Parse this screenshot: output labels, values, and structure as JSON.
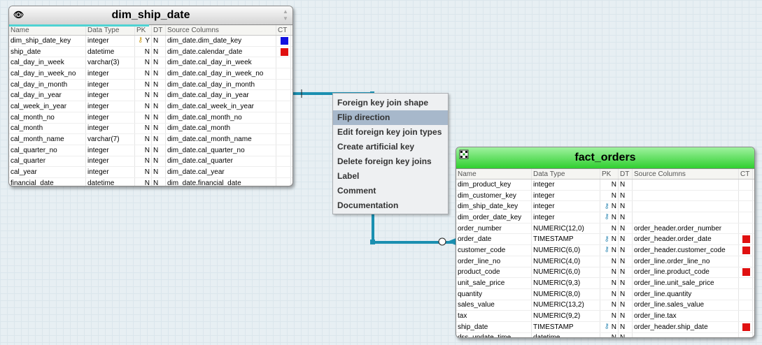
{
  "dim_ship_date": {
    "title": "dim_ship_date",
    "col_headers": [
      "Name",
      "Data Type",
      "PK",
      "DT",
      "Source Columns",
      "CT"
    ],
    "rows": [
      {
        "name": "dim_ship_date_key",
        "type": "integer",
        "pk": "Y",
        "dt": "N",
        "src": "dim_date.dim_date_key",
        "ct": "#1010e0",
        "key": "gold"
      },
      {
        "name": "ship_date",
        "type": "datetime",
        "pk": "N",
        "dt": "N",
        "src": "dim_date.calendar_date",
        "ct": "#e01010",
        "key": ""
      },
      {
        "name": "cal_day_in_week",
        "type": "varchar(3)",
        "pk": "N",
        "dt": "N",
        "src": "dim_date.cal_day_in_week",
        "ct": "",
        "key": ""
      },
      {
        "name": "cal_day_in_week_no",
        "type": "integer",
        "pk": "N",
        "dt": "N",
        "src": "dim_date.cal_day_in_week_no",
        "ct": "",
        "key": ""
      },
      {
        "name": "cal_day_in_month",
        "type": "integer",
        "pk": "N",
        "dt": "N",
        "src": "dim_date.cal_day_in_month",
        "ct": "",
        "key": ""
      },
      {
        "name": "cal_day_in_year",
        "type": "integer",
        "pk": "N",
        "dt": "N",
        "src": "dim_date.cal_day_in_year",
        "ct": "",
        "key": ""
      },
      {
        "name": "cal_week_in_year",
        "type": "integer",
        "pk": "N",
        "dt": "N",
        "src": "dim_date.cal_week_in_year",
        "ct": "",
        "key": ""
      },
      {
        "name": "cal_month_no",
        "type": "integer",
        "pk": "N",
        "dt": "N",
        "src": "dim_date.cal_month_no",
        "ct": "",
        "key": ""
      },
      {
        "name": "cal_month",
        "type": "integer",
        "pk": "N",
        "dt": "N",
        "src": "dim_date.cal_month",
        "ct": "",
        "key": ""
      },
      {
        "name": "cal_month_name",
        "type": "varchar(7)",
        "pk": "N",
        "dt": "N",
        "src": "dim_date.cal_month_name",
        "ct": "",
        "key": ""
      },
      {
        "name": "cal_quarter_no",
        "type": "integer",
        "pk": "N",
        "dt": "N",
        "src": "dim_date.cal_quarter_no",
        "ct": "",
        "key": ""
      },
      {
        "name": "cal_quarter",
        "type": "integer",
        "pk": "N",
        "dt": "N",
        "src": "dim_date.cal_quarter",
        "ct": "",
        "key": ""
      },
      {
        "name": "cal_year",
        "type": "integer",
        "pk": "N",
        "dt": "N",
        "src": "dim_date.cal_year",
        "ct": "",
        "key": ""
      },
      {
        "name": "financial_date",
        "type": "datetime",
        "pk": "N",
        "dt": "N",
        "src": "dim_date.financial_date",
        "ct": "",
        "key": ""
      }
    ]
  },
  "fact_orders": {
    "title": "fact_orders",
    "col_headers": [
      "Name",
      "Data Type",
      "PK",
      "DT",
      "Source Columns",
      "CT"
    ],
    "rows": [
      {
        "name": "dim_product_key",
        "type": "integer",
        "pk": "N",
        "dt": "N",
        "src": "",
        "ct": "",
        "key": ""
      },
      {
        "name": "dim_customer_key",
        "type": "integer",
        "pk": "N",
        "dt": "N",
        "src": "",
        "ct": "",
        "key": ""
      },
      {
        "name": "dim_ship_date_key",
        "type": "integer",
        "pk": "N",
        "dt": "N",
        "src": "",
        "ct": "",
        "key": "blue"
      },
      {
        "name": "dim_order_date_key",
        "type": "integer",
        "pk": "N",
        "dt": "N",
        "src": "",
        "ct": "",
        "key": "blue"
      },
      {
        "name": "order_number",
        "type": "NUMERIC(12,0)",
        "pk": "N",
        "dt": "N",
        "src": "order_header.order_number",
        "ct": "",
        "key": ""
      },
      {
        "name": "order_date",
        "type": "TIMESTAMP",
        "pk": "N",
        "dt": "N",
        "src": "order_header.order_date",
        "ct": "#e01010",
        "key": "blue"
      },
      {
        "name": "customer_code",
        "type": "NUMERIC(6,0)",
        "pk": "N",
        "dt": "N",
        "src": "order_header.customer_code",
        "ct": "#e01010",
        "key": "blue"
      },
      {
        "name": "order_line_no",
        "type": "NUMERIC(4,0)",
        "pk": "N",
        "dt": "N",
        "src": "order_line.order_line_no",
        "ct": "",
        "key": ""
      },
      {
        "name": "product_code",
        "type": "NUMERIC(6,0)",
        "pk": "N",
        "dt": "N",
        "src": "order_line.product_code",
        "ct": "#e01010",
        "key": ""
      },
      {
        "name": "unit_sale_price",
        "type": "NUMERIC(9,3)",
        "pk": "N",
        "dt": "N",
        "src": "order_line.unit_sale_price",
        "ct": "",
        "key": ""
      },
      {
        "name": "quantity",
        "type": "NUMERIC(8,0)",
        "pk": "N",
        "dt": "N",
        "src": "order_line.quantity",
        "ct": "",
        "key": ""
      },
      {
        "name": "sales_value",
        "type": "NUMERIC(13,2)",
        "pk": "N",
        "dt": "N",
        "src": "order_line.sales_value",
        "ct": "",
        "key": ""
      },
      {
        "name": "tax",
        "type": "NUMERIC(9,2)",
        "pk": "N",
        "dt": "N",
        "src": "order_line.tax",
        "ct": "",
        "key": ""
      },
      {
        "name": "ship_date",
        "type": "TIMESTAMP",
        "pk": "N",
        "dt": "N",
        "src": "order_header.ship_date",
        "ct": "#e01010",
        "key": "blue"
      },
      {
        "name": "dss_update_time",
        "type": "datetime",
        "pk": "N",
        "dt": "N",
        "src": "",
        "ct": "",
        "key": ""
      }
    ]
  },
  "context_menu": {
    "items": [
      "Foreign key join shape",
      "Flip direction",
      "Edit foreign key join types",
      "Create artificial key",
      "Delete foreign key joins",
      "Label",
      "Comment",
      "Documentation"
    ],
    "highlighted": "Flip direction"
  },
  "colors": {
    "join_line": "#1a8fb0",
    "fact_header": "#2fcf2f",
    "menu_highlight": "#a7b8cb"
  }
}
